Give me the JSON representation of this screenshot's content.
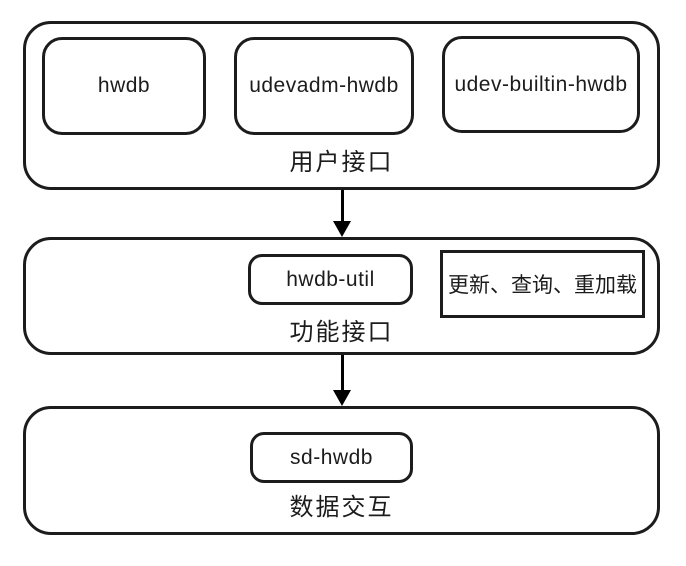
{
  "colors": {
    "stroke": "#1c1c1c",
    "arrow": "#000000",
    "background": "#ffffff",
    "text": "#1c1c1c"
  },
  "diagram_type": "layered-architecture",
  "layers": [
    {
      "label": "用户接口",
      "nodes": [
        {
          "label": "hwdb"
        },
        {
          "label": "udevadm-hwdb"
        },
        {
          "label": "udev-builtin-hwdb"
        }
      ]
    },
    {
      "label": "功能接口",
      "nodes": [
        {
          "label": "hwdb-util"
        }
      ],
      "note": "更新、查询、重加载"
    },
    {
      "label": "数据交互",
      "nodes": [
        {
          "label": "sd-hwdb"
        }
      ]
    }
  ],
  "arrows": [
    {
      "from": "用户接口",
      "to": "功能接口",
      "direction": "down"
    },
    {
      "from": "功能接口",
      "to": "数据交互",
      "direction": "down"
    }
  ]
}
